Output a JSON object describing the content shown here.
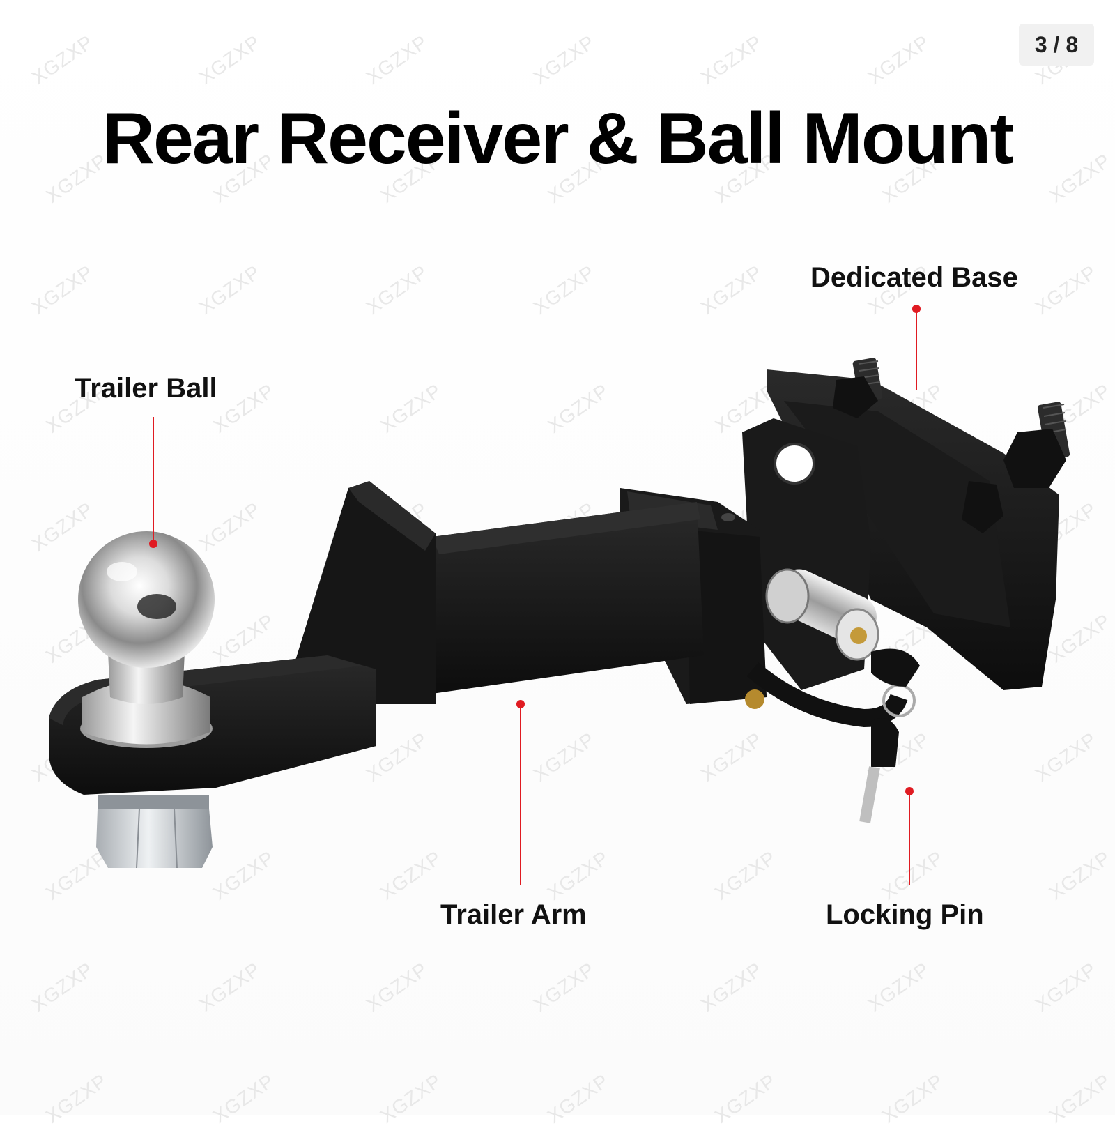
{
  "page": {
    "title": "Rear Receiver & Ball Mount",
    "image_counter": "3 / 8",
    "watermark_text": "XGZXP"
  },
  "callouts": {
    "dedicated_base": "Dedicated Base",
    "trailer_ball": "Trailer Ball",
    "trailer_arm": "Trailer Arm",
    "locking_pin": "Locking Pin"
  },
  "colors": {
    "accent_red": "#e01b22",
    "metal_black": "#151515",
    "chrome": "#c9c9c9",
    "background": "#ffffff"
  },
  "icons": {
    "callout_dot": "red-dot"
  }
}
